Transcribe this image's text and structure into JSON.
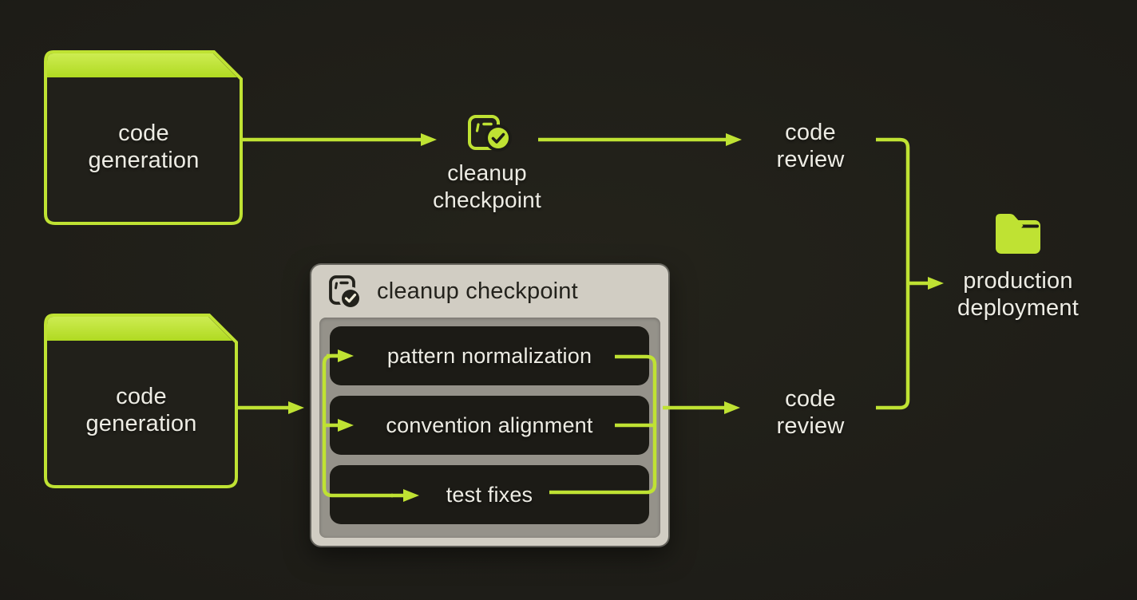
{
  "colors": {
    "background": "#1d1c17",
    "accent": "#bfe233",
    "accent_bright": "#cdec52",
    "accent_deep": "#b0da21",
    "box_fill": "#21201a",
    "panel_bg": "#d1cdc3",
    "panel_inner_bg": "#95928a",
    "row_bg": "#1c1b16",
    "text_light": "#edece4",
    "text_dark": "#23221c"
  },
  "top_flow": {
    "generator": {
      "line1": "code",
      "line2": "generation"
    },
    "checkpoint": {
      "line1": "cleanup",
      "line2": "checkpoint",
      "icon": "checklist-check-icon"
    },
    "review": {
      "line1": "code",
      "line2": "review"
    }
  },
  "bottom_flow": {
    "generator": {
      "line1": "code",
      "line2": "generation"
    },
    "checkpoint_panel": {
      "title": "cleanup checkpoint",
      "icon": "checklist-check-icon",
      "steps": [
        "pattern normalization",
        "convention alignment",
        "test fixes"
      ]
    },
    "review": {
      "line1": "code",
      "line2": "review"
    }
  },
  "deployment": {
    "line1": "production",
    "line2": "deployment",
    "icon": "folder-icon"
  }
}
